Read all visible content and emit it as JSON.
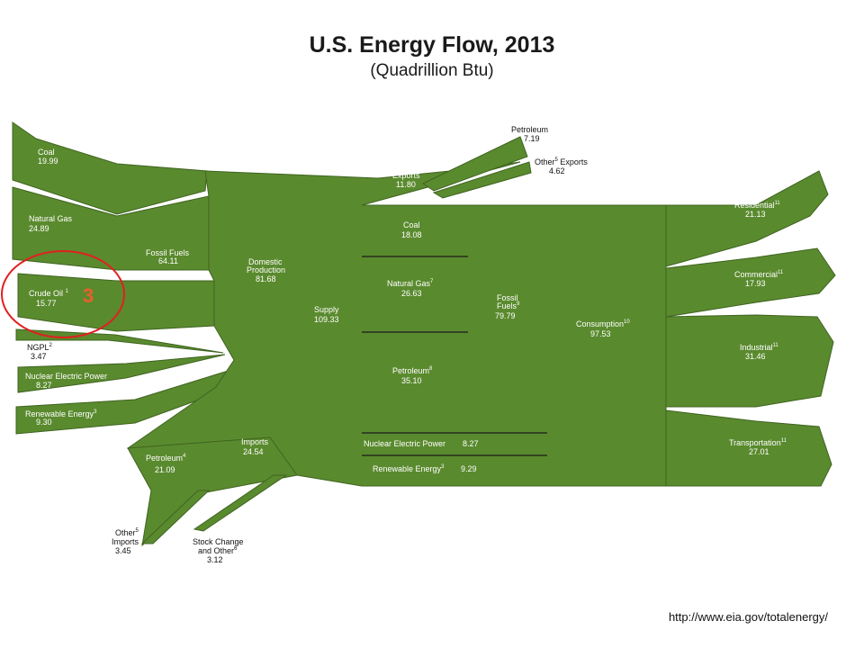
{
  "title": "U.S. Energy Flow, 2013",
  "subtitle": "(Quadrillion Btu)",
  "url": "http://www.eia.gov/totalenergy/",
  "annotation_number": "3",
  "colors": {
    "flow": "#5a8a2e",
    "flow_stroke": "#3f6420",
    "annotation": "#e02020"
  },
  "sources": {
    "coal": {
      "label": "Coal",
      "value": "19.99"
    },
    "natural_gas": {
      "label": "Natural Gas",
      "value": "24.89"
    },
    "crude_oil": {
      "label": "Crude Oil",
      "sup": "1",
      "value": "15.77"
    },
    "ngpl": {
      "label": "NGPL",
      "sup": "2",
      "value": "3.47"
    },
    "nuclear": {
      "label": "Nuclear Electric Power",
      "value": "8.27"
    },
    "renewable": {
      "label": "Renewable Energy",
      "sup": "3",
      "value": "9.30"
    }
  },
  "fossil_fuels": {
    "label": "Fossil Fuels",
    "value": "64.11"
  },
  "domestic_production": {
    "label_line1": "Domestic",
    "label_line2": "Production",
    "value": "81.68"
  },
  "imports": {
    "label": "Imports",
    "value": "24.54",
    "petroleum": {
      "label": "Petroleum",
      "sup": "4",
      "value": "21.09"
    },
    "other": {
      "label_line1": "Other",
      "sup": "5",
      "label_line2": "Imports",
      "value": "3.45"
    }
  },
  "stock_change": {
    "label_line1": "Stock Change",
    "label_line2": "and Other",
    "sup": "6",
    "value": "3.12"
  },
  "supply": {
    "label": "Supply",
    "value": "109.33"
  },
  "exports": {
    "label": "Exports",
    "value": "11.80",
    "petroleum": {
      "label": "Petroleum",
      "value": "7.19"
    },
    "other": {
      "label": "Other",
      "sup": "5",
      "label_tail": "Exports",
      "value": "4.62"
    }
  },
  "middle": {
    "coal": {
      "label": "Coal",
      "value": "18.08"
    },
    "natural_gas": {
      "label": "Natural Gas",
      "sup": "7",
      "value": "26.63"
    },
    "petroleum": {
      "label": "Petroleum",
      "sup": "8",
      "value": "35.10"
    },
    "nuclear": {
      "label": "Nuclear Electric Power",
      "value": "8.27"
    },
    "renewable": {
      "label": "Renewable Energy",
      "sup": "3",
      "value": "9.29"
    }
  },
  "fossil_fuels_total": {
    "label_line1": "Fossil",
    "label_line2": "Fuels",
    "sup": "9",
    "value": "79.79"
  },
  "consumption": {
    "label": "Consumption",
    "sup": "10",
    "value": "97.53"
  },
  "sectors": {
    "residential": {
      "label": "Residential",
      "sup": "11",
      "value": "21.13"
    },
    "commercial": {
      "label": "Commercial",
      "sup": "11",
      "value": "17.93"
    },
    "industrial": {
      "label": "Industrial",
      "sup": "11",
      "value": "31.46"
    },
    "transportation": {
      "label": "Transportation",
      "sup": "11",
      "value": "27.01"
    }
  }
}
